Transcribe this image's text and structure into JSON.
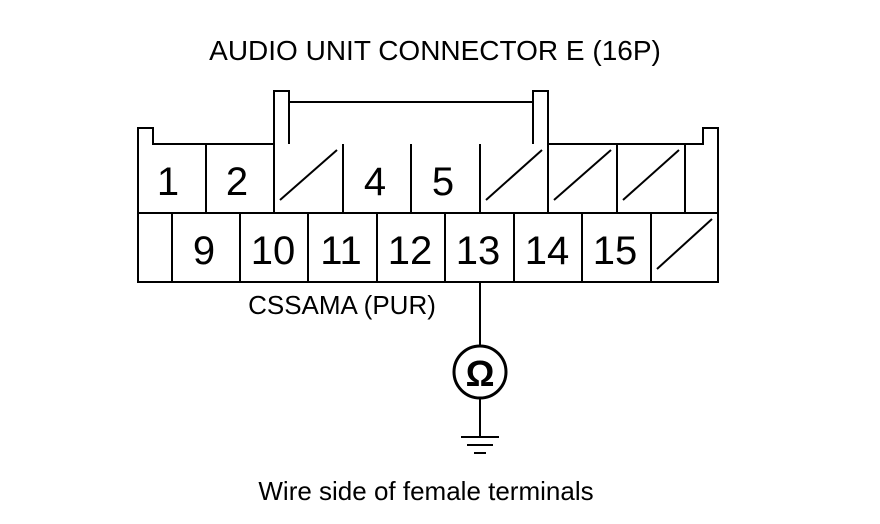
{
  "title": "AUDIO UNIT CONNECTOR E (16P)",
  "connector": {
    "row1": [
      "1",
      "2",
      "",
      "4",
      "5",
      "",
      "",
      ""
    ],
    "row2": [
      "",
      "9",
      "10",
      "11",
      "12",
      "13",
      "14",
      "15",
      ""
    ],
    "unused_pins": [
      3,
      6,
      7,
      8,
      16
    ],
    "probe_pin": "13"
  },
  "wire_label": "CSSAMA (PUR)",
  "meter_symbol": "Ω",
  "meter_icon": "ohmmeter-icon",
  "ground_icon": "ground-icon",
  "caption": "Wire side of female terminals"
}
